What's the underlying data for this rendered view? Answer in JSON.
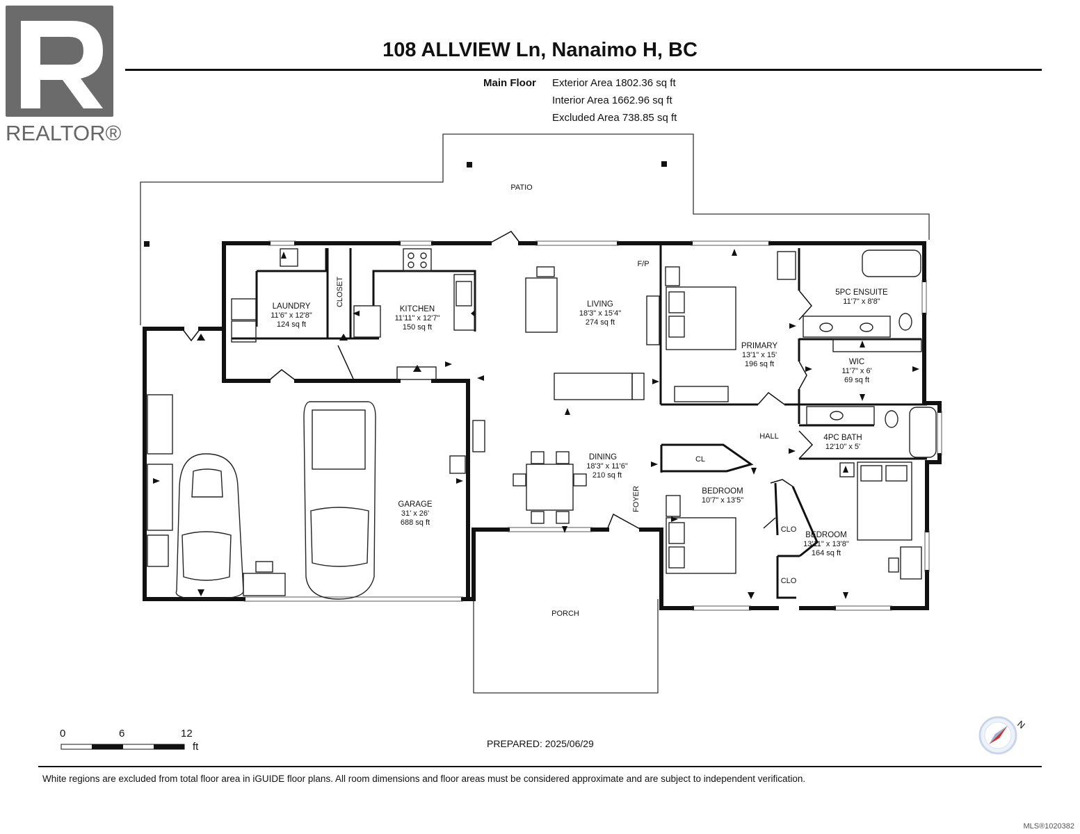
{
  "logo": {
    "text": "REALTOR®"
  },
  "header": {
    "title": "108 ALLVIEW Ln, Nanaimo H, BC"
  },
  "areas": {
    "floor_label": "Main Floor",
    "lines": [
      "Exterior Area 1802.36 sq ft",
      "Interior Area 1662.96 sq ft",
      "Excluded Area 738.85 sq ft"
    ]
  },
  "rooms": {
    "patio": {
      "name": "PATIO"
    },
    "porch": {
      "name": "PORCH"
    },
    "fp": {
      "name": "F/P"
    },
    "closet": {
      "name": "CLOSET"
    },
    "hall": {
      "name": "HALL"
    },
    "foyer": {
      "name": "FOYER"
    },
    "cl": {
      "name": "CL"
    },
    "clo1": {
      "name": "CLO"
    },
    "clo2": {
      "name": "CLO"
    },
    "laundry": {
      "name": "LAUNDRY",
      "dims": "11'6\" x 12'8\"",
      "area": "124 sq ft"
    },
    "kitchen": {
      "name": "KITCHEN",
      "dims": "11'11\" x 12'7\"",
      "area": "150 sq ft"
    },
    "living": {
      "name": "LIVING",
      "dims": "18'3\" x 15'4\"",
      "area": "274 sq ft"
    },
    "primary": {
      "name": "PRIMARY",
      "dims": "13'1\" x 15'",
      "area": "196 sq ft"
    },
    "ensuite": {
      "name": "5PC ENSUITE",
      "dims": "11'7\" x 8'8\""
    },
    "wic": {
      "name": "WIC",
      "dims": "11'7\" x 6'",
      "area": "69 sq ft"
    },
    "bath4": {
      "name": "4PC BATH",
      "dims": "12'10\" x 5'"
    },
    "dining": {
      "name": "DINING",
      "dims": "18'3\" x 11'6\"",
      "area": "210 sq ft"
    },
    "garage": {
      "name": "GARAGE",
      "dims": "31' x 26'",
      "area": "688 sq ft"
    },
    "bedroom1": {
      "name": "BEDROOM",
      "dims": "10'7\" x 13'5\""
    },
    "bedroom2": {
      "name": "BEDROOM",
      "dims": "13'11\" x 13'8\"",
      "area": "164 sq ft"
    }
  },
  "scale": {
    "ticks": [
      "0",
      "6",
      "12"
    ],
    "unit": "ft"
  },
  "compass": {
    "label": "N"
  },
  "prepared": "PREPARED: 2025/06/29",
  "disclaimer": "White regions are excluded from total floor area in iGUIDE floor plans. All room dimensions and floor areas must be considered approximate and are subject to independent verification.",
  "mls": "MLS®1020382"
}
